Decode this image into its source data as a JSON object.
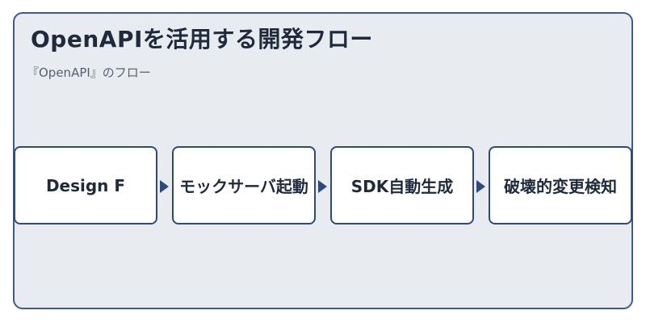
{
  "title": "OpenAPIを活用する開発フロー",
  "subtitle": "『OpenAPI』のフロー",
  "steps": [
    {
      "label": "Design F"
    },
    {
      "label": "モックサーバ起動"
    },
    {
      "label": "SDK自動生成"
    },
    {
      "label": "破壊的変更検知"
    }
  ],
  "colors": {
    "border": "#2e4a7d",
    "background": "#e8ecf1",
    "box": "#ffffff",
    "text": "#1f2a3c"
  }
}
